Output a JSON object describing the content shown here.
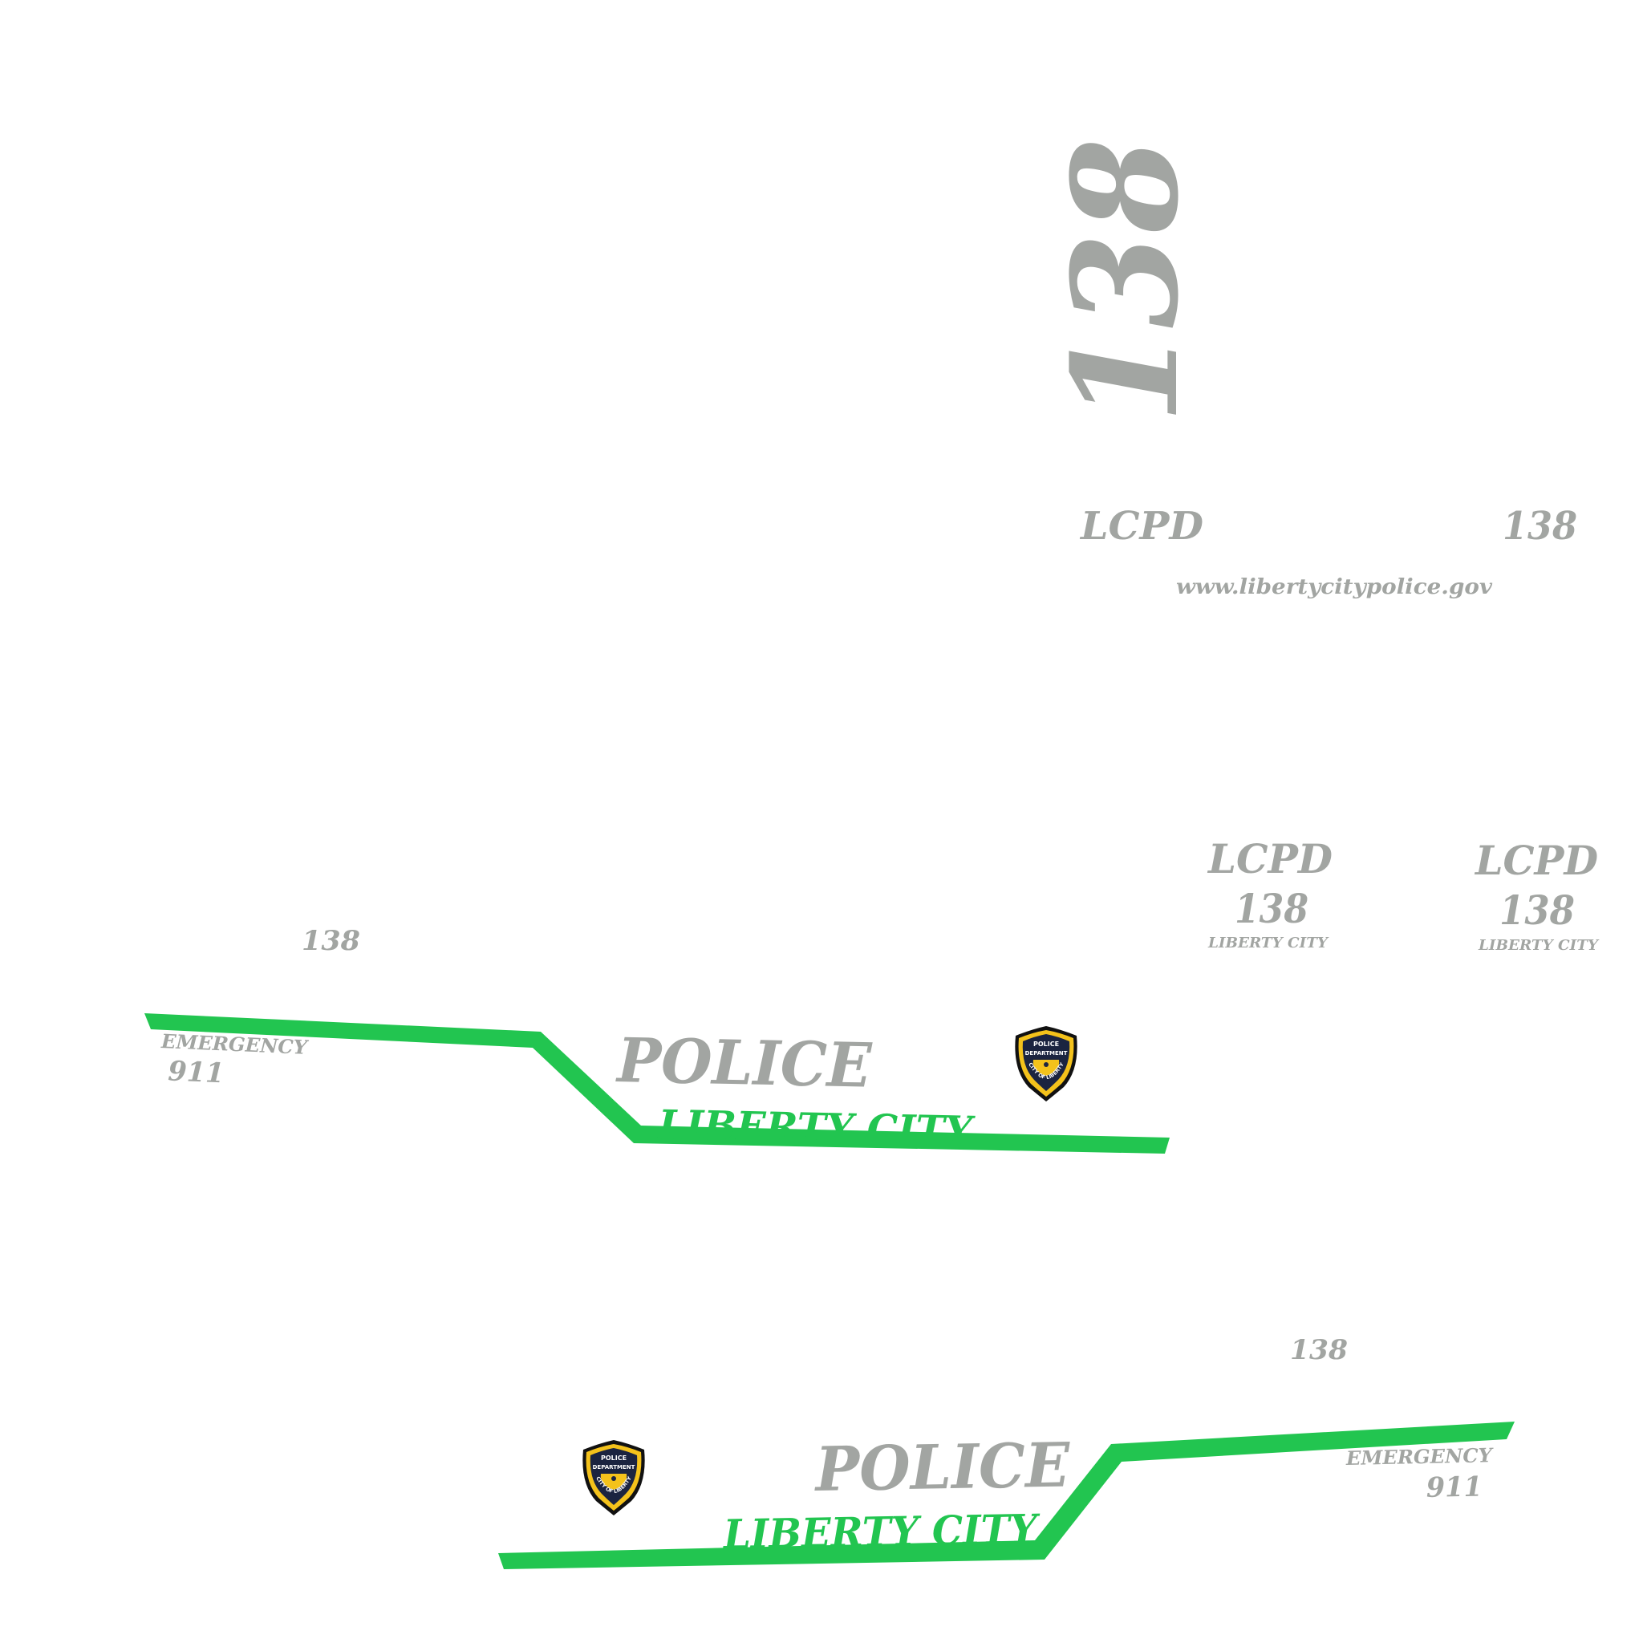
{
  "colors": {
    "text_grey": "#a2a5a2",
    "stripe_green": "#22c550",
    "badge_navy": "#1b2440",
    "badge_gold": "#f4c21b"
  },
  "roof": {
    "unit_number": "138"
  },
  "rear": {
    "lcpd": "LCPD",
    "unit_number": "138",
    "website": "www.libertycitypolice.gov"
  },
  "front_doors": [
    {
      "lcpd": "LCPD",
      "unit_number": "138",
      "city": "LIBERTY CITY"
    },
    {
      "lcpd": "LCPD",
      "unit_number": "138",
      "city": "LIBERTY CITY"
    }
  ],
  "left_side": {
    "unit_number": "138",
    "emergency": "EMERGENCY",
    "phone": "911",
    "police": "POLICE",
    "city": "LIBERTY CITY"
  },
  "right_side": {
    "unit_number": "138",
    "emergency": "EMERGENCY",
    "phone": "911",
    "police": "POLICE",
    "city": "LIBERTY CITY"
  },
  "badge": {
    "line1": "POLICE",
    "line2": "DEPARTMENT",
    "ring_text": "CITY OF LIBERTY"
  }
}
